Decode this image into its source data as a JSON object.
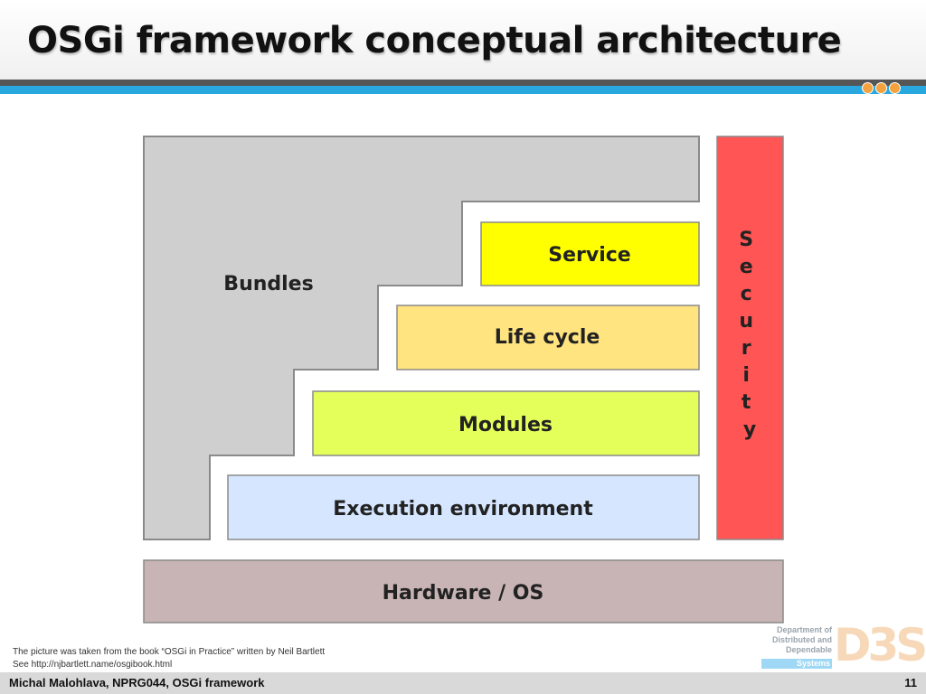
{
  "slide": {
    "title": "OSGi framework conceptual architecture",
    "accent_color": "#29a8e0",
    "dot_color": "#f5a13d"
  },
  "diagram": {
    "bundles_label": "Bundles",
    "layers": [
      {
        "name": "Service",
        "color": "#ffff00"
      },
      {
        "name": "Life cycle",
        "color": "#ffe480"
      },
      {
        "name": "Modules",
        "color": "#e4ff5a"
      },
      {
        "name": "Execution environment",
        "color": "#d6e6ff"
      }
    ],
    "security": {
      "label": "Security",
      "color": "#ff5555"
    },
    "hardware": {
      "label": "Hardware / OS",
      "color": "#c8b4b4"
    },
    "bundles_color": "#cfcfcf"
  },
  "caption": {
    "line1": "The picture was taken from the book “OSGi in Practice” written by Neil Bartlett",
    "line2": "See http://njbartlett.name/osgibook.html"
  },
  "logo": {
    "dept_line1": "Department of",
    "dept_line2": "Distributed and",
    "dept_line3": "Dependable",
    "dept_line4": "Systems",
    "mark": "D3S"
  },
  "footer": {
    "author": "Michal Malohlava, NPRG044, OSGi framework",
    "page_number": "11"
  }
}
